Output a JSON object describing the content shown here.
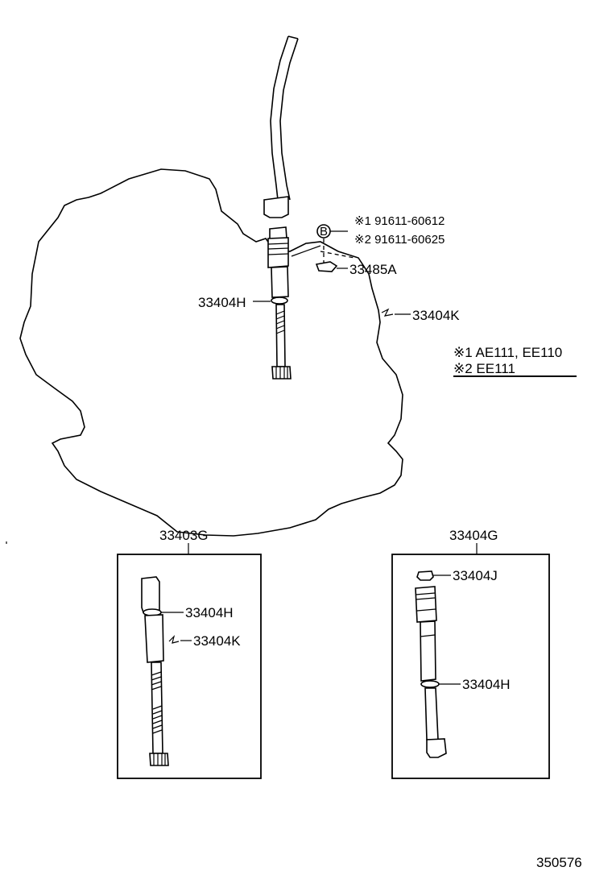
{
  "labels": {
    "p33404H_top": "33404H",
    "p33485A": "33485A",
    "p33404K_top": "33404K",
    "bolt_marker": "B",
    "note1": "※1 91611-60612",
    "note2": "※2 91611-60625",
    "legend1": "※1 AE111, EE110",
    "legend2": "※2 EE111",
    "p33403G": "33403G",
    "p33404H_left": "33404H",
    "p33404K_left": "33404K",
    "p33404G": "33404G",
    "p33404J": "33404J",
    "p33404H_right": "33404H",
    "diagram_number": "350576"
  }
}
